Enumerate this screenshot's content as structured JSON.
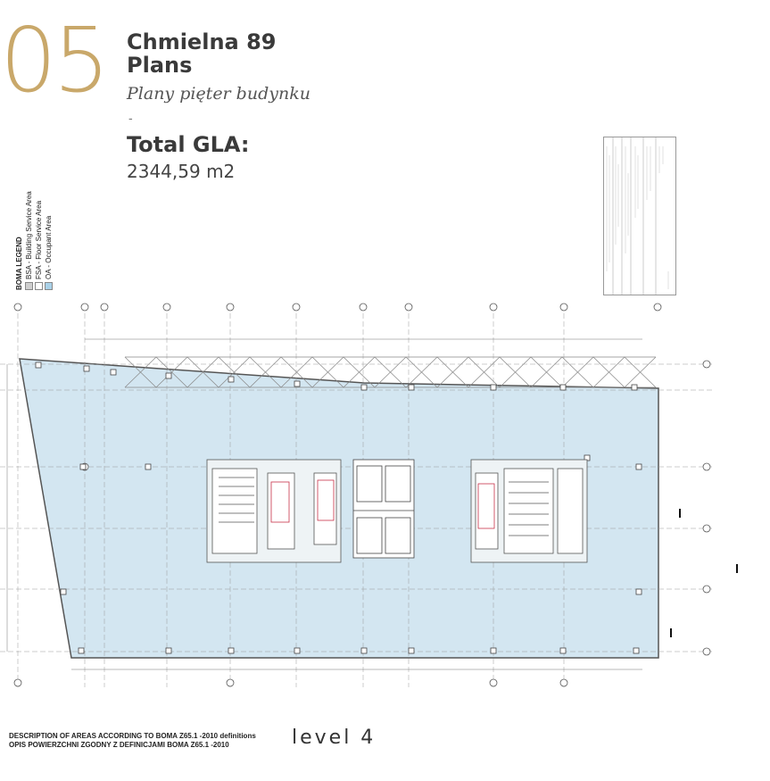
{
  "header": {
    "section_number": "05",
    "title_line1": "Chmielna 89",
    "title_line2": "Plans",
    "subtitle": "Plany pięter budynku",
    "separator": "-",
    "gla_label": "Total GLA:",
    "gla_value": "2344,59 m2"
  },
  "colors": {
    "accent_gold": "#c9a86a",
    "occupant_area": "#d3e6f1",
    "occupant_swatch": "#a9d1e8",
    "bsa_swatch": "#cfcfcf"
  },
  "legend": {
    "title": "BOMA LEGEND",
    "items": [
      {
        "label": "BSA - Building Service Area",
        "color": "#cfcfcf"
      },
      {
        "label": "FSA - Floor Service Area",
        "color": "#ffffff"
      },
      {
        "label": "OA - Occupant Area",
        "color": "#a9d1e8"
      }
    ]
  },
  "footer": {
    "description_en": "DESCRIPTION OF AREAS ACCORDING TO BOMA Z65.1 -2010 definitions",
    "description_pl": "OPIS POWIERZCHNI ZGODNY Z DEFINICJAMI BOMA Z65.1 -2010",
    "level_label": "level  4"
  }
}
